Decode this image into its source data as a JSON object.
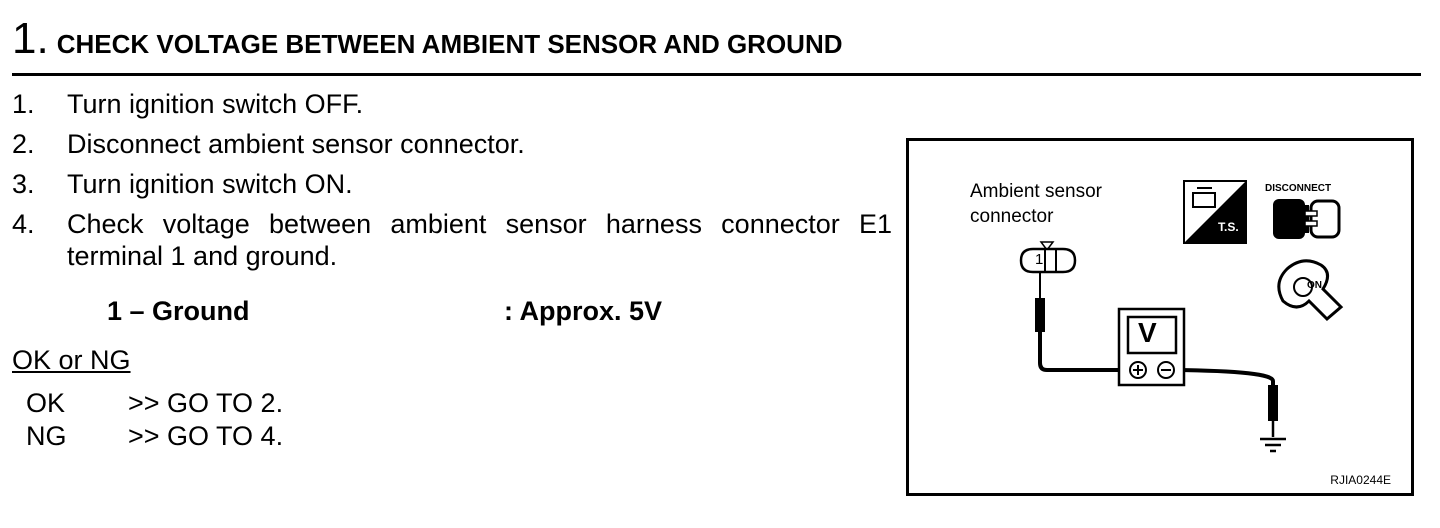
{
  "heading": {
    "number": "1.",
    "title": "CHECK VOLTAGE BETWEEN AMBIENT SENSOR AND GROUND"
  },
  "steps": [
    {
      "num": "1.",
      "text": "Turn ignition switch OFF."
    },
    {
      "num": "2.",
      "text": "Disconnect ambient sensor connector."
    },
    {
      "num": "3.",
      "text": "Turn ignition switch ON."
    },
    {
      "num": "4.",
      "text": "Check voltage between ambient sensor harness connector E1 terminal 1 and ground."
    }
  ],
  "spec": {
    "terminals": "1 – Ground",
    "value": ": Approx. 5V"
  },
  "result": {
    "heading": "OK or NG",
    "items": [
      {
        "label": "OK",
        "action": ">> GO TO 2."
      },
      {
        "label": "NG",
        "action": ">> GO TO 4."
      }
    ]
  },
  "figure": {
    "connector_label_line1": "Ambient sensor",
    "connector_label_line2": "connector",
    "terminal_number": "1",
    "meter_symbol": "V",
    "ts_badge": "T.S.",
    "disconnect_badge": "DISCONNECT",
    "ignition_badge": "ON",
    "reference_code": "RJIA0244E"
  }
}
